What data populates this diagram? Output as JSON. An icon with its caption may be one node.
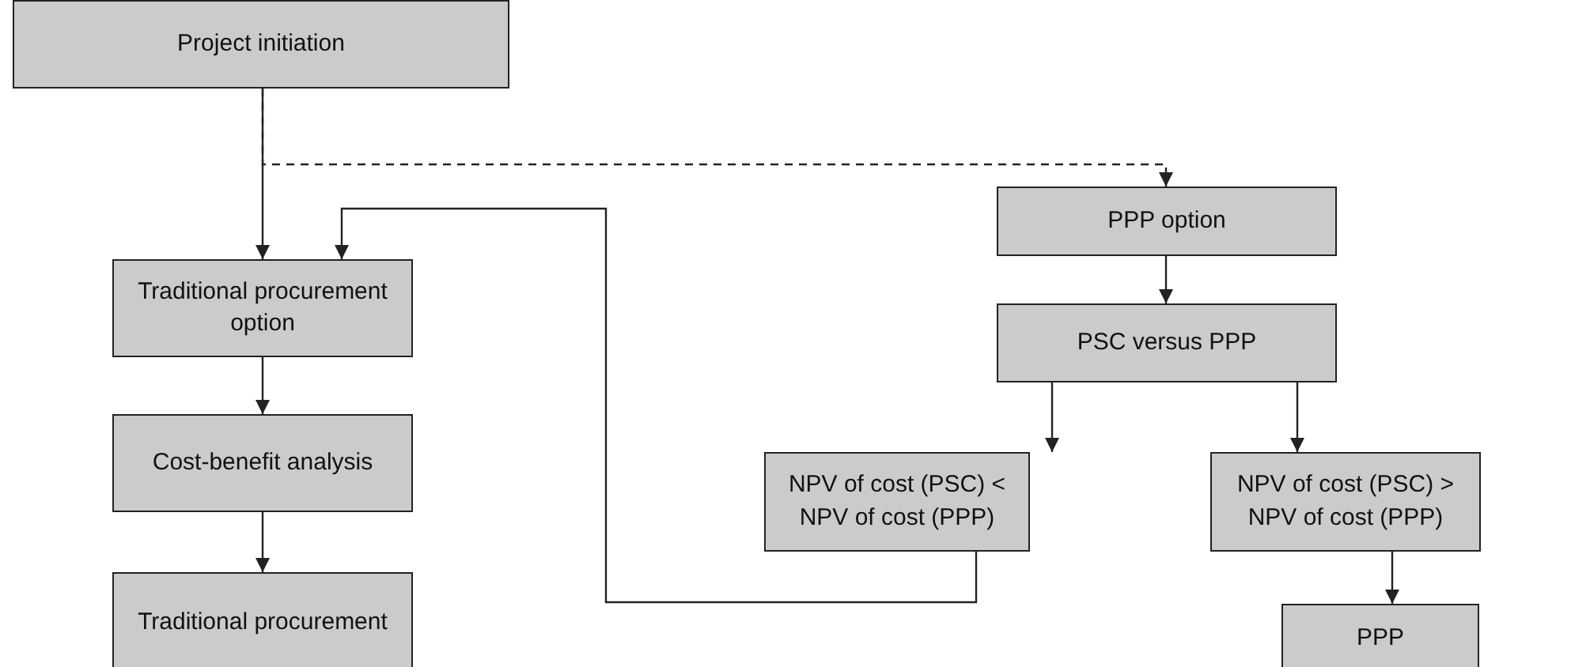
{
  "diagram": {
    "nodes": [
      {
        "text": [
          "Project initiation"
        ]
      },
      {
        "text": [
          "Traditional procurement option"
        ]
      },
      {
        "text": [
          "Cost-benefit analysis"
        ]
      },
      {
        "text": [
          "Traditional procurement"
        ]
      },
      {
        "text": [
          "PPP option"
        ]
      },
      {
        "text": [
          "PSC versus PPP"
        ]
      },
      {
        "text": [
          "NPV of cost (PSC) < NPV of cost (PPP)"
        ]
      },
      {
        "text": [
          "NPV of cost (PSC) > NPV of cost (PPP)"
        ]
      },
      {
        "text": [
          "PPP"
        ]
      }
    ],
    "edges": [
      {
        "from": 0,
        "to": 1,
        "arrow": "to"
      },
      {
        "from": 0,
        "to": 4,
        "arrow": "to",
        "style": "dashed"
      },
      {
        "from": 1,
        "to": 2,
        "arrow": "to"
      },
      {
        "from": 2,
        "to": 3,
        "arrow": "to"
      },
      {
        "from": 4,
        "to": 5,
        "arrow": "to"
      },
      {
        "from": 5,
        "to": 6,
        "arrow": "to"
      },
      {
        "from": 5,
        "to": 7,
        "arrow": "to"
      },
      {
        "from": 6,
        "to": 1,
        "arrow": "to"
      },
      {
        "from": 7,
        "to": 8,
        "arrow": "to"
      }
    ]
  }
}
